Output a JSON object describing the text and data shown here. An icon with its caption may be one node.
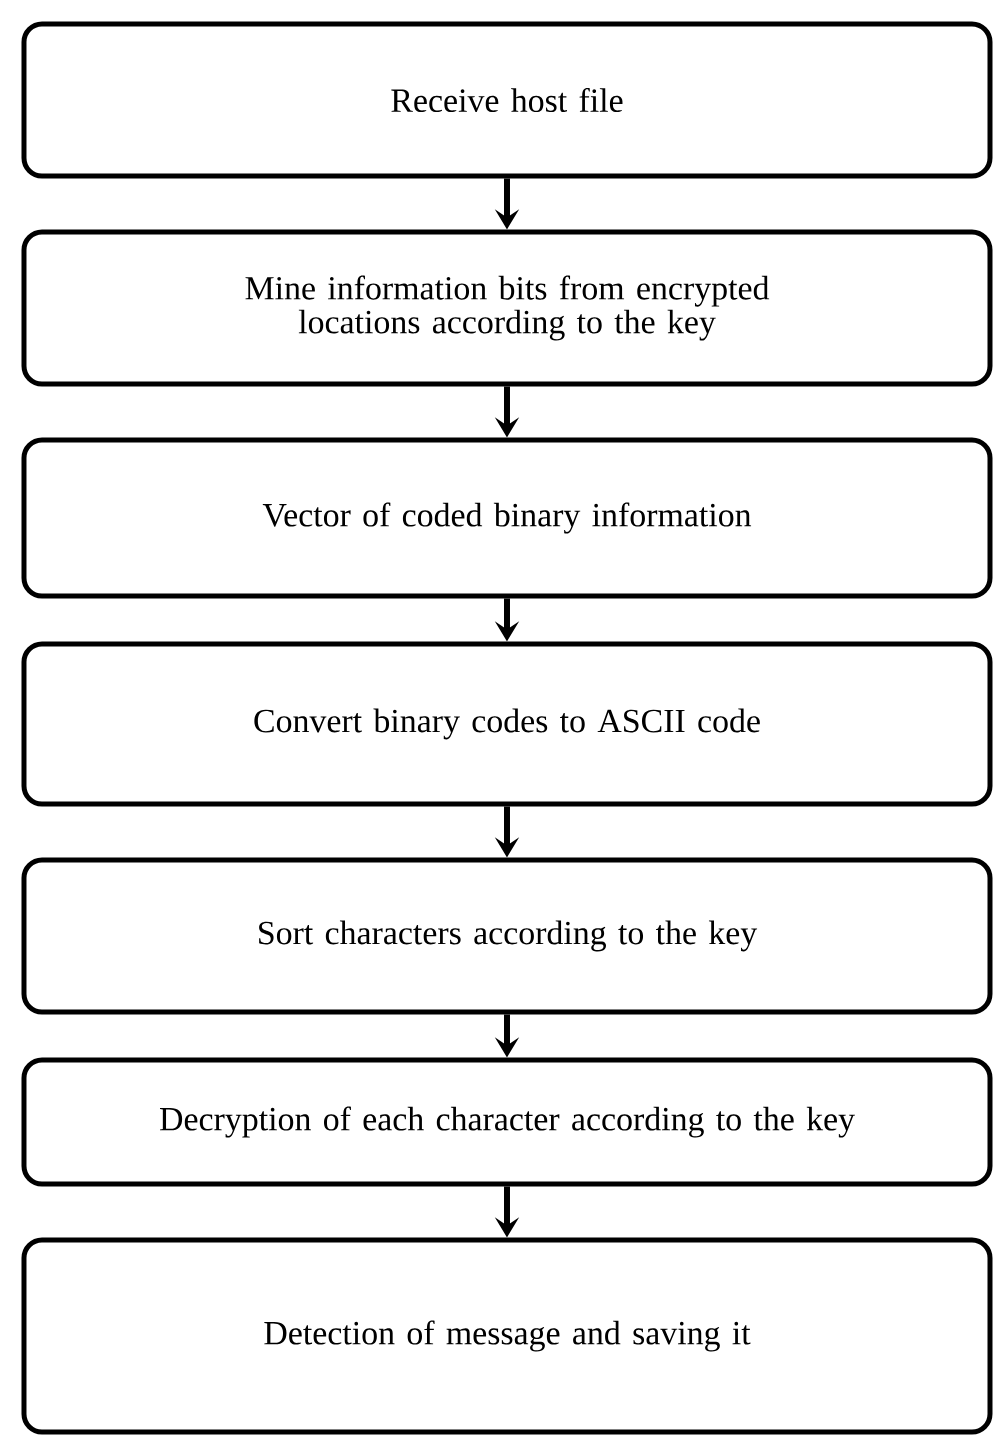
{
  "diagram": {
    "nodes": [
      {
        "text": [
          "Receive host file"
        ]
      },
      {
        "text": [
          "Mine information bits from encrypted locations according to the key"
        ]
      },
      {
        "text": [
          "Vector of coded binary information"
        ]
      },
      {
        "text": [
          "Convert binary codes to ASCII code"
        ]
      },
      {
        "text": [
          "Sort characters according to the key"
        ]
      },
      {
        "text": [
          "Decryption of each character according to the key"
        ]
      },
      {
        "text": [
          "Detection of message and saving it"
        ]
      }
    ],
    "edges": [
      {
        "from": 0,
        "to": 1,
        "arrow": "to"
      },
      {
        "from": 1,
        "to": 2,
        "arrow": "to"
      },
      {
        "from": 2,
        "to": 3,
        "arrow": "to"
      },
      {
        "from": 3,
        "to": 4,
        "arrow": "to"
      },
      {
        "from": 4,
        "to": 5,
        "arrow": "to"
      },
      {
        "from": 5,
        "to": 6,
        "arrow": "to"
      }
    ]
  }
}
